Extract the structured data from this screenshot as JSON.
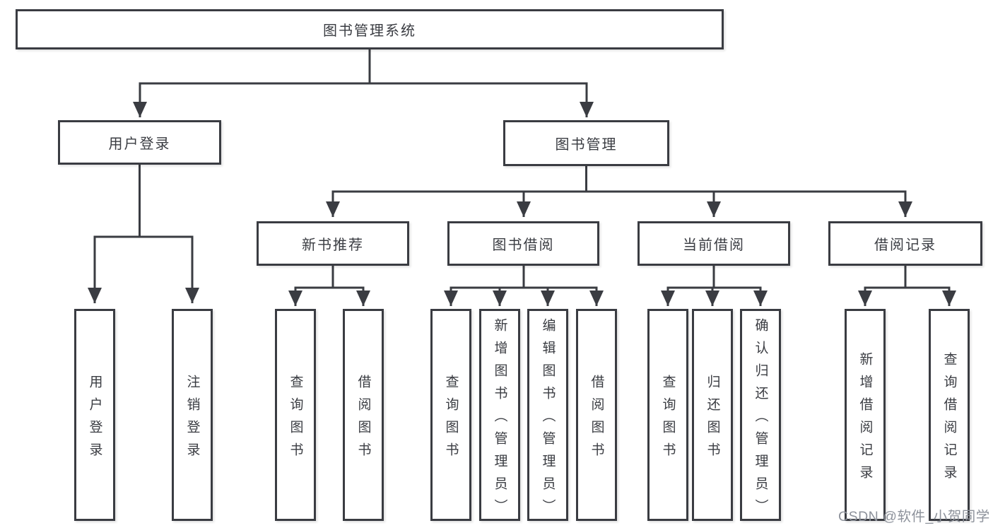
{
  "colors": {
    "line": "#3a3c42",
    "ink": "#3a3c42",
    "watermark_gray": "#8d929b"
  },
  "watermark": "CSDN @软件_小贺同学",
  "root": {
    "label": "图书管理系统"
  },
  "branches": [
    {
      "label": "用户登录",
      "children": [
        "用户登录",
        "注销登录"
      ]
    },
    {
      "label": "图书管理",
      "sections": [
        {
          "label": "新书推荐",
          "children": [
            "查询图书",
            "借阅图书"
          ]
        },
        {
          "label": "图书借阅",
          "children": [
            "查询图书",
            "新增图书（管理员）",
            "编辑图书（管理员）",
            "借阅图书"
          ]
        },
        {
          "label": "当前借阅",
          "children": [
            "查询图书",
            "归还图书",
            "确认归还（管理员）"
          ]
        },
        {
          "label": "借阅记录",
          "children": [
            "新增借阅记录",
            "查询借阅记录"
          ]
        }
      ]
    }
  ]
}
